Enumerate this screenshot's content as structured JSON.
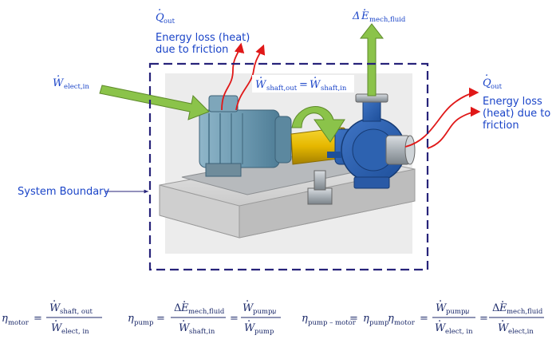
{
  "labels": {
    "q_out": "out",
    "energy_loss_motor_line1": "Energy loss (heat)",
    "energy_loss_motor_line2": "due to friction",
    "delta_e": "mech,fluid",
    "w_elect": "elect,in",
    "w_shaft_out": "shaft,out",
    "w_shaft_in": "shaft,in",
    "q_out_right": "out",
    "energy_loss_pump_line1": "Energy loss",
    "energy_loss_pump_line2": "(heat) due to",
    "energy_loss_pump_line3": "friction",
    "system_boundary": "System Boundary"
  },
  "equations": {
    "eta_motor_sub": "motor",
    "eta_motor_num_sub": "shaft, out",
    "eta_motor_den_sub": "elect, in",
    "eta_pump_sub": "pump",
    "eta_pump_num1_sub": "mech,fluid",
    "eta_pump_den1_sub": "shaft,in",
    "eta_pump_num2_sub": "pump,",
    "eta_pump_num2_u": "u",
    "eta_pump_den2_sub": "pump",
    "eta_pm_sub": "pump – motor",
    "eta_pm_rhs_a": "pump",
    "eta_pm_rhs_b": "motor",
    "eta_pm_num1_sub": "pump,",
    "eta_pm_num1_u": "u",
    "eta_pm_den1_sub": "elect, in",
    "eta_pm_num2_sub": "mech,fluid",
    "eta_pm_den2_sub": "elect,in"
  },
  "colors": {
    "label_blue": "#1a44c8",
    "boundary_navy": "#27237a",
    "heat_red": "#e01818",
    "work_green": "#8bc34a"
  }
}
